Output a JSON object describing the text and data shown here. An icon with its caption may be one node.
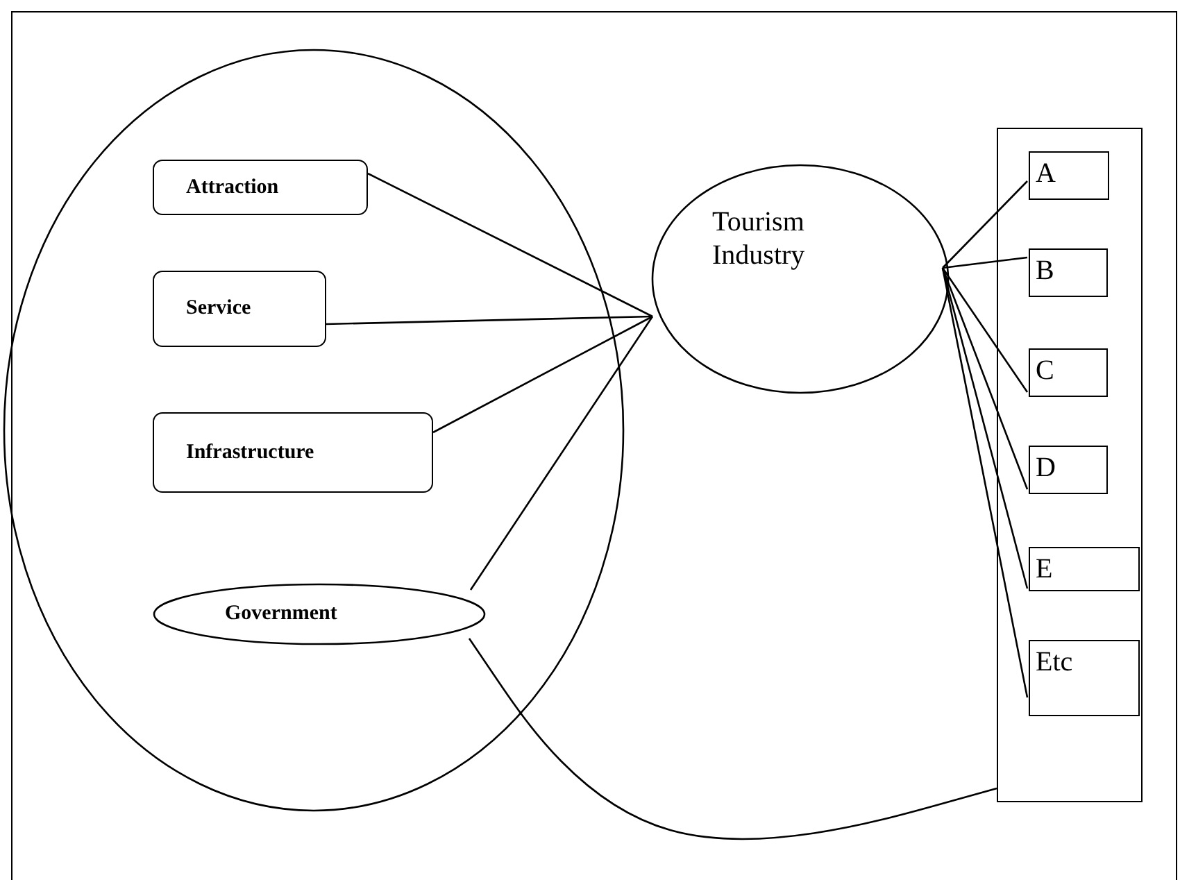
{
  "diagram": {
    "nodes": [
      {
        "text": [],
        "shape": "ellipse"
      },
      {
        "text": [
          "Attraction"
        ],
        "in": 0
      },
      {
        "text": [
          "Service"
        ],
        "in": 0
      },
      {
        "text": [
          "Infrastructure"
        ],
        "in": 0
      },
      {
        "text": [
          "Government"
        ],
        "in": 0
      },
      {
        "text": [
          "Tourism Industry"
        ]
      },
      {
        "text": [],
        "shape": "box"
      },
      {
        "text": [
          "A"
        ],
        "in": 6
      },
      {
        "text": [
          "B"
        ],
        "in": 6
      },
      {
        "text": [
          "C"
        ],
        "in": 6
      },
      {
        "text": [
          "D"
        ],
        "in": 6
      },
      {
        "text": [
          "E"
        ],
        "in": 6
      },
      {
        "text": [
          "Etc"
        ],
        "in": 6
      }
    ],
    "edges": [
      {
        "from": 1,
        "to": 5,
        "arrow": "none"
      },
      {
        "from": 2,
        "to": 5,
        "arrow": "none"
      },
      {
        "from": 3,
        "to": 5,
        "arrow": "none"
      },
      {
        "from": 4,
        "to": 5,
        "arrow": "none"
      },
      {
        "from": 5,
        "to": 7,
        "arrow": "none"
      },
      {
        "from": 5,
        "to": 8,
        "arrow": "none"
      },
      {
        "from": 5,
        "to": 9,
        "arrow": "none"
      },
      {
        "from": 5,
        "to": 10,
        "arrow": "none"
      },
      {
        "from": 5,
        "to": 11,
        "arrow": "none"
      },
      {
        "from": 5,
        "to": 12,
        "arrow": "none"
      },
      {
        "from": 4,
        "to": 6,
        "arrow": "none"
      }
    ]
  }
}
